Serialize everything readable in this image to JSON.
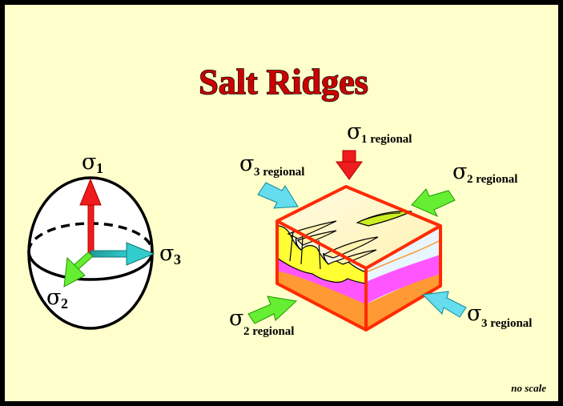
{
  "title": "Salt Ridges",
  "note": "no scale",
  "sigma": "σ",
  "ellipsoid": {
    "sigma1": "1",
    "sigma2": "2",
    "sigma3": "3"
  },
  "block": {
    "sigma1_regional": "1 regional",
    "sigma2_regional": "2 regional",
    "sigma3_regional": "3 regional"
  },
  "colors": {
    "background": "#ffffcc",
    "title": "#cc0000",
    "sigma1_arrow": "#ee1c1c",
    "sigma2_arrow": "#66ee33",
    "sigma3_arrow": "#33dddd",
    "salt": "#ffff33",
    "pink_layer": "#ff55ff",
    "orange_layer": "#ff9933",
    "block_outline": "#ff2a00"
  }
}
